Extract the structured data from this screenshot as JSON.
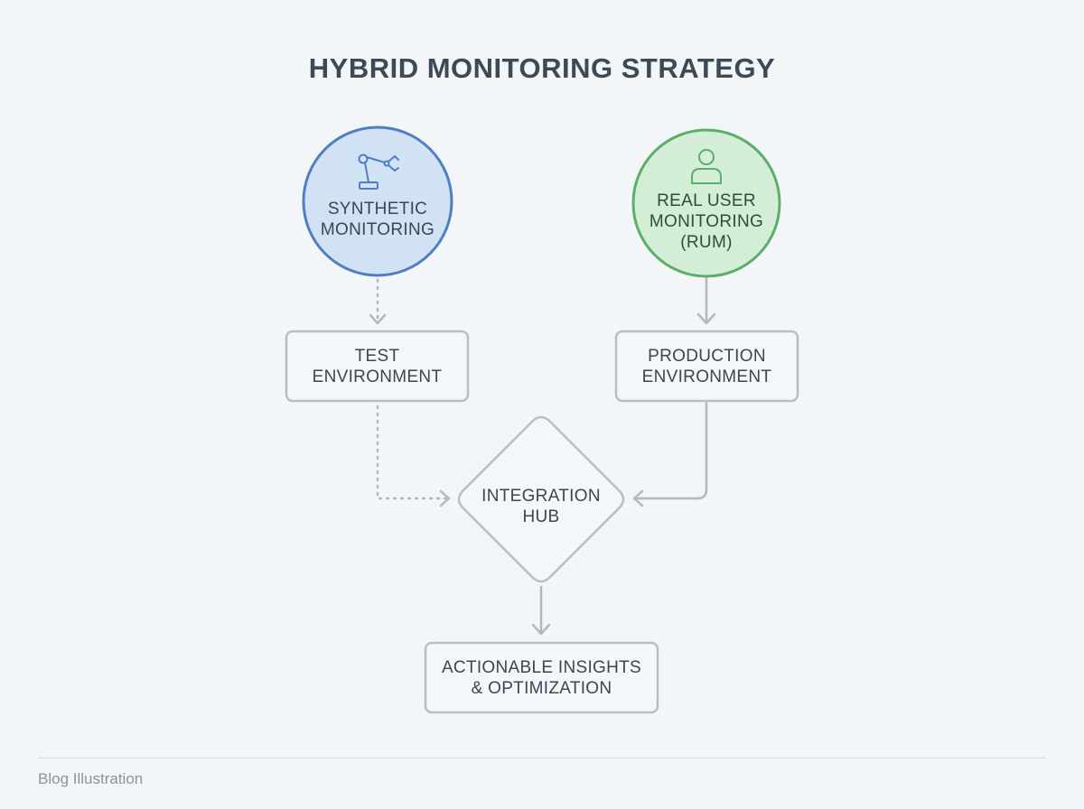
{
  "title": "HYBRID MONITORING STRATEGY",
  "colors": {
    "synthetic_fill": "#d2e2f5",
    "synthetic_stroke": "#4f7fc0",
    "rum_fill": "#d3edd6",
    "rum_stroke": "#5cae6a",
    "box_stroke": "#b8bec5",
    "connector": "#b2b8bf"
  },
  "nodes": {
    "synthetic": {
      "icon": "robot-arm-icon",
      "lines": [
        "SYNTHETIC",
        "MONITORING"
      ]
    },
    "rum": {
      "icon": "user-icon",
      "lines": [
        "REAL USER",
        "MONITORING",
        "(RUM)"
      ]
    },
    "test_env": {
      "lines": [
        "TEST",
        "ENVIRONMENT"
      ]
    },
    "prod_env": {
      "lines": [
        "PRODUCTION",
        "ENVIRONMENT"
      ]
    },
    "hub": {
      "lines": [
        "INTEGRATION",
        "HUB"
      ]
    },
    "insights": {
      "lines": [
        "ACTIONABLE INSIGHTS",
        "& OPTIMIZATION"
      ]
    }
  },
  "footer": "Blog Illustration"
}
